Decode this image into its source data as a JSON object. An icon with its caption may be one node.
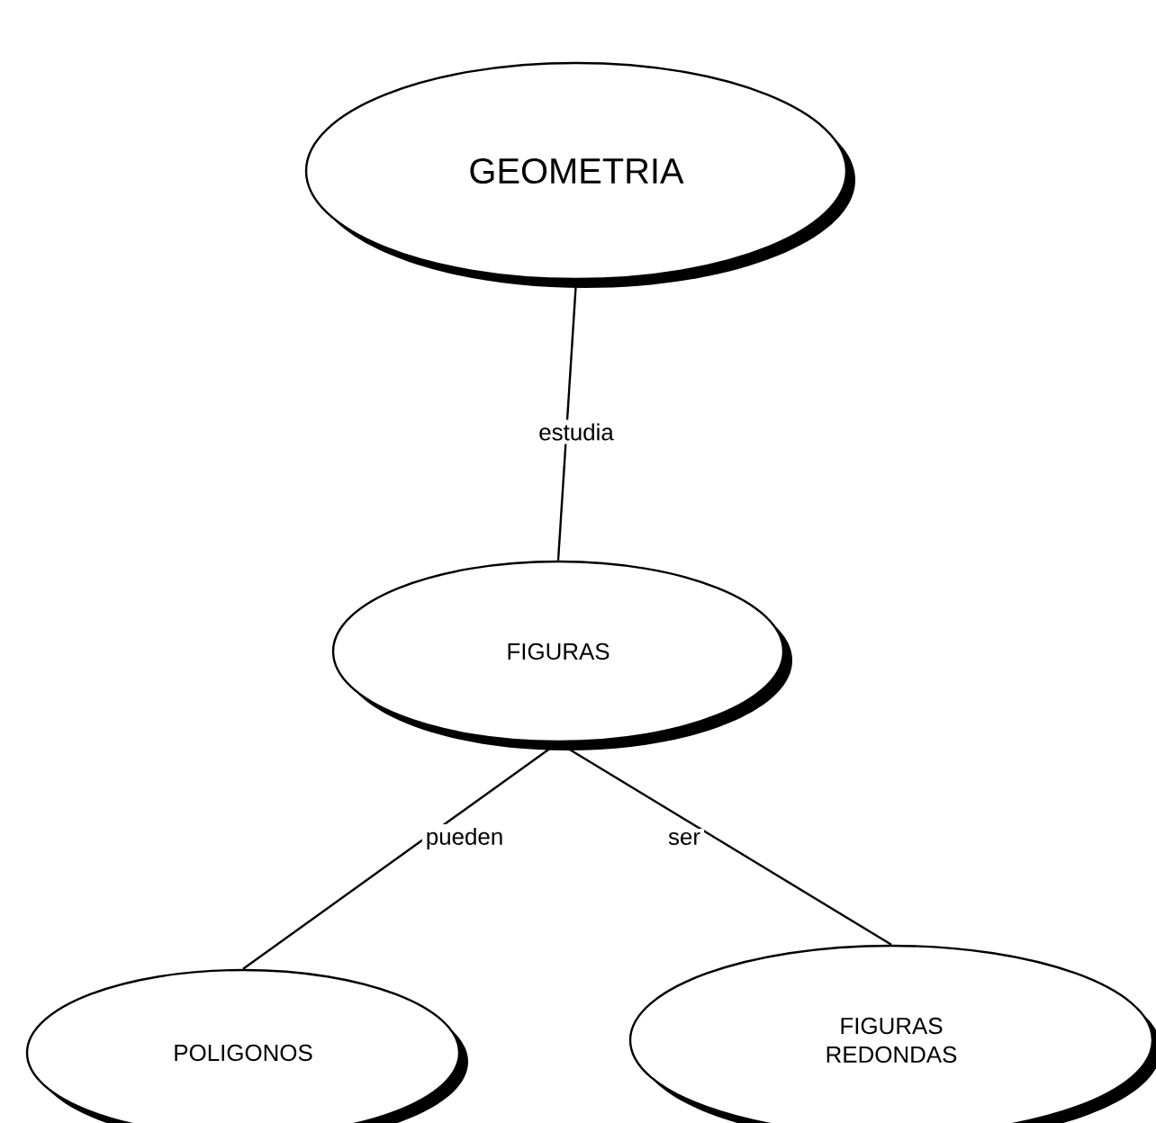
{
  "diagram": {
    "nodes": [
      {
        "text": [
          "GEOMETRIA"
        ]
      },
      {
        "text": [
          "FIGURAS"
        ]
      },
      {
        "text": [
          "POLIGONOS"
        ]
      },
      {
        "text": [
          "FIGURAS REDONDAS"
        ]
      }
    ],
    "edges": [
      {
        "from": 0,
        "to": 1,
        "arrow": "none",
        "label": "estudia"
      },
      {
        "from": 1,
        "to": 2,
        "arrow": "none",
        "label": "pueden"
      },
      {
        "from": 1,
        "to": 3,
        "arrow": "none",
        "label": "ser"
      }
    ]
  }
}
